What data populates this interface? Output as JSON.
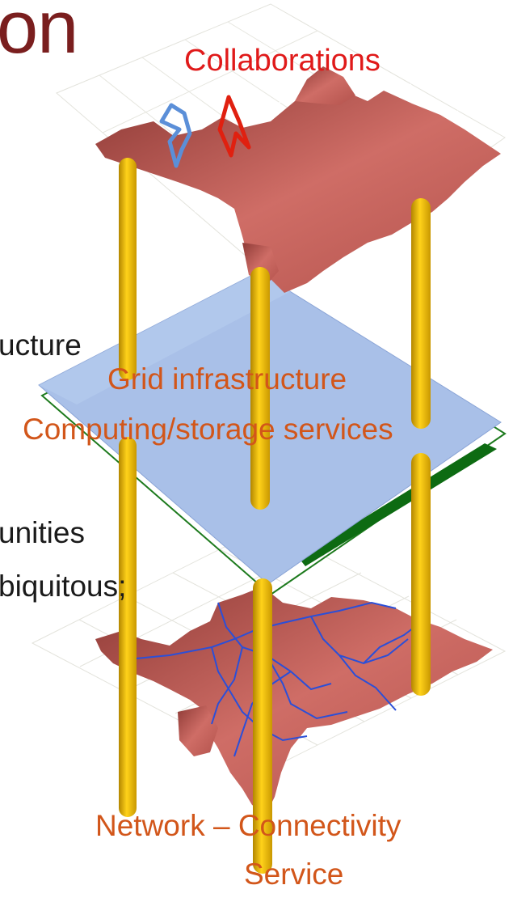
{
  "heading_fragment": "on",
  "bullets": [
    "ucture",
    "unities",
    "biquitous;"
  ],
  "layers": {
    "top": "Collaborations",
    "middle_line1": "Grid infrastructure",
    "middle_line2": "Computing/storage services",
    "bottom_line1": "Network – Connectivity",
    "bottom_line2": "Service"
  },
  "colors": {
    "heading": "#7a1e1e",
    "layer_label": "#d2561a",
    "collaboration_label": "#e01a1a",
    "map_land": "#c96a62",
    "grid_plane": "#a9c0e8",
    "pillar": "#e8b800",
    "network_lines": "#2b4fd8"
  }
}
